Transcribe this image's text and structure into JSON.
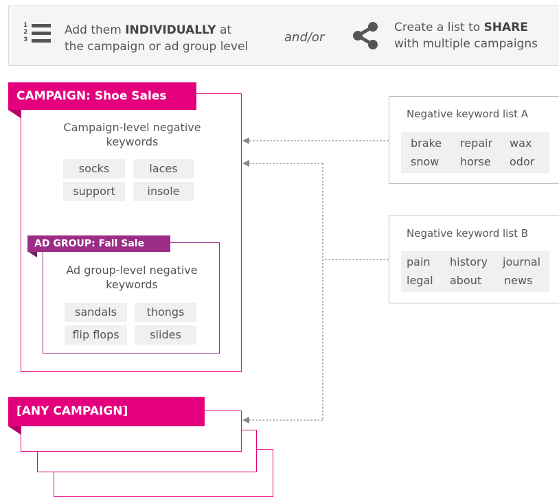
{
  "banner": {
    "individually": {
      "pre": "Add them ",
      "bold": "INDIVIDUALLY",
      "post": " at",
      "line2": "the campaign or ad group level"
    },
    "andor": "and/or",
    "share": {
      "pre": "Create a list to ",
      "bold": "SHARE",
      "line2": "with multiple campaigns"
    },
    "list_icon_numbers": [
      "1",
      "2",
      "3"
    ]
  },
  "campaign": {
    "tag": "CAMPAIGN: Shoe Sales",
    "heading_line1": "Campaign-level negative",
    "heading_line2": "keywords",
    "keywords": [
      "socks",
      "laces",
      "support",
      "insole"
    ]
  },
  "ad_group": {
    "tag": "AD GROUP: Fall Sale",
    "heading_line1": "Ad group-level negative",
    "heading_line2": "keywords",
    "keywords": [
      "sandals",
      "thongs",
      "flip flops",
      "slides"
    ]
  },
  "list_a": {
    "title": "Negative keyword list A",
    "keywords": [
      "brake",
      "repair",
      "wax",
      "snow",
      "horse",
      "odor"
    ]
  },
  "list_b": {
    "title": "Negative keyword list B",
    "keywords": [
      "pain",
      "history",
      "journal",
      "legal",
      "about",
      "news"
    ]
  },
  "any_campaign": {
    "tag": "[ANY CAMPAIGN]"
  },
  "colors": {
    "campaign_pink": "#e4007c",
    "ad_group_purple": "#9b2d86",
    "chip_gray": "#f0f0f0",
    "arrow_gray": "#888888"
  }
}
